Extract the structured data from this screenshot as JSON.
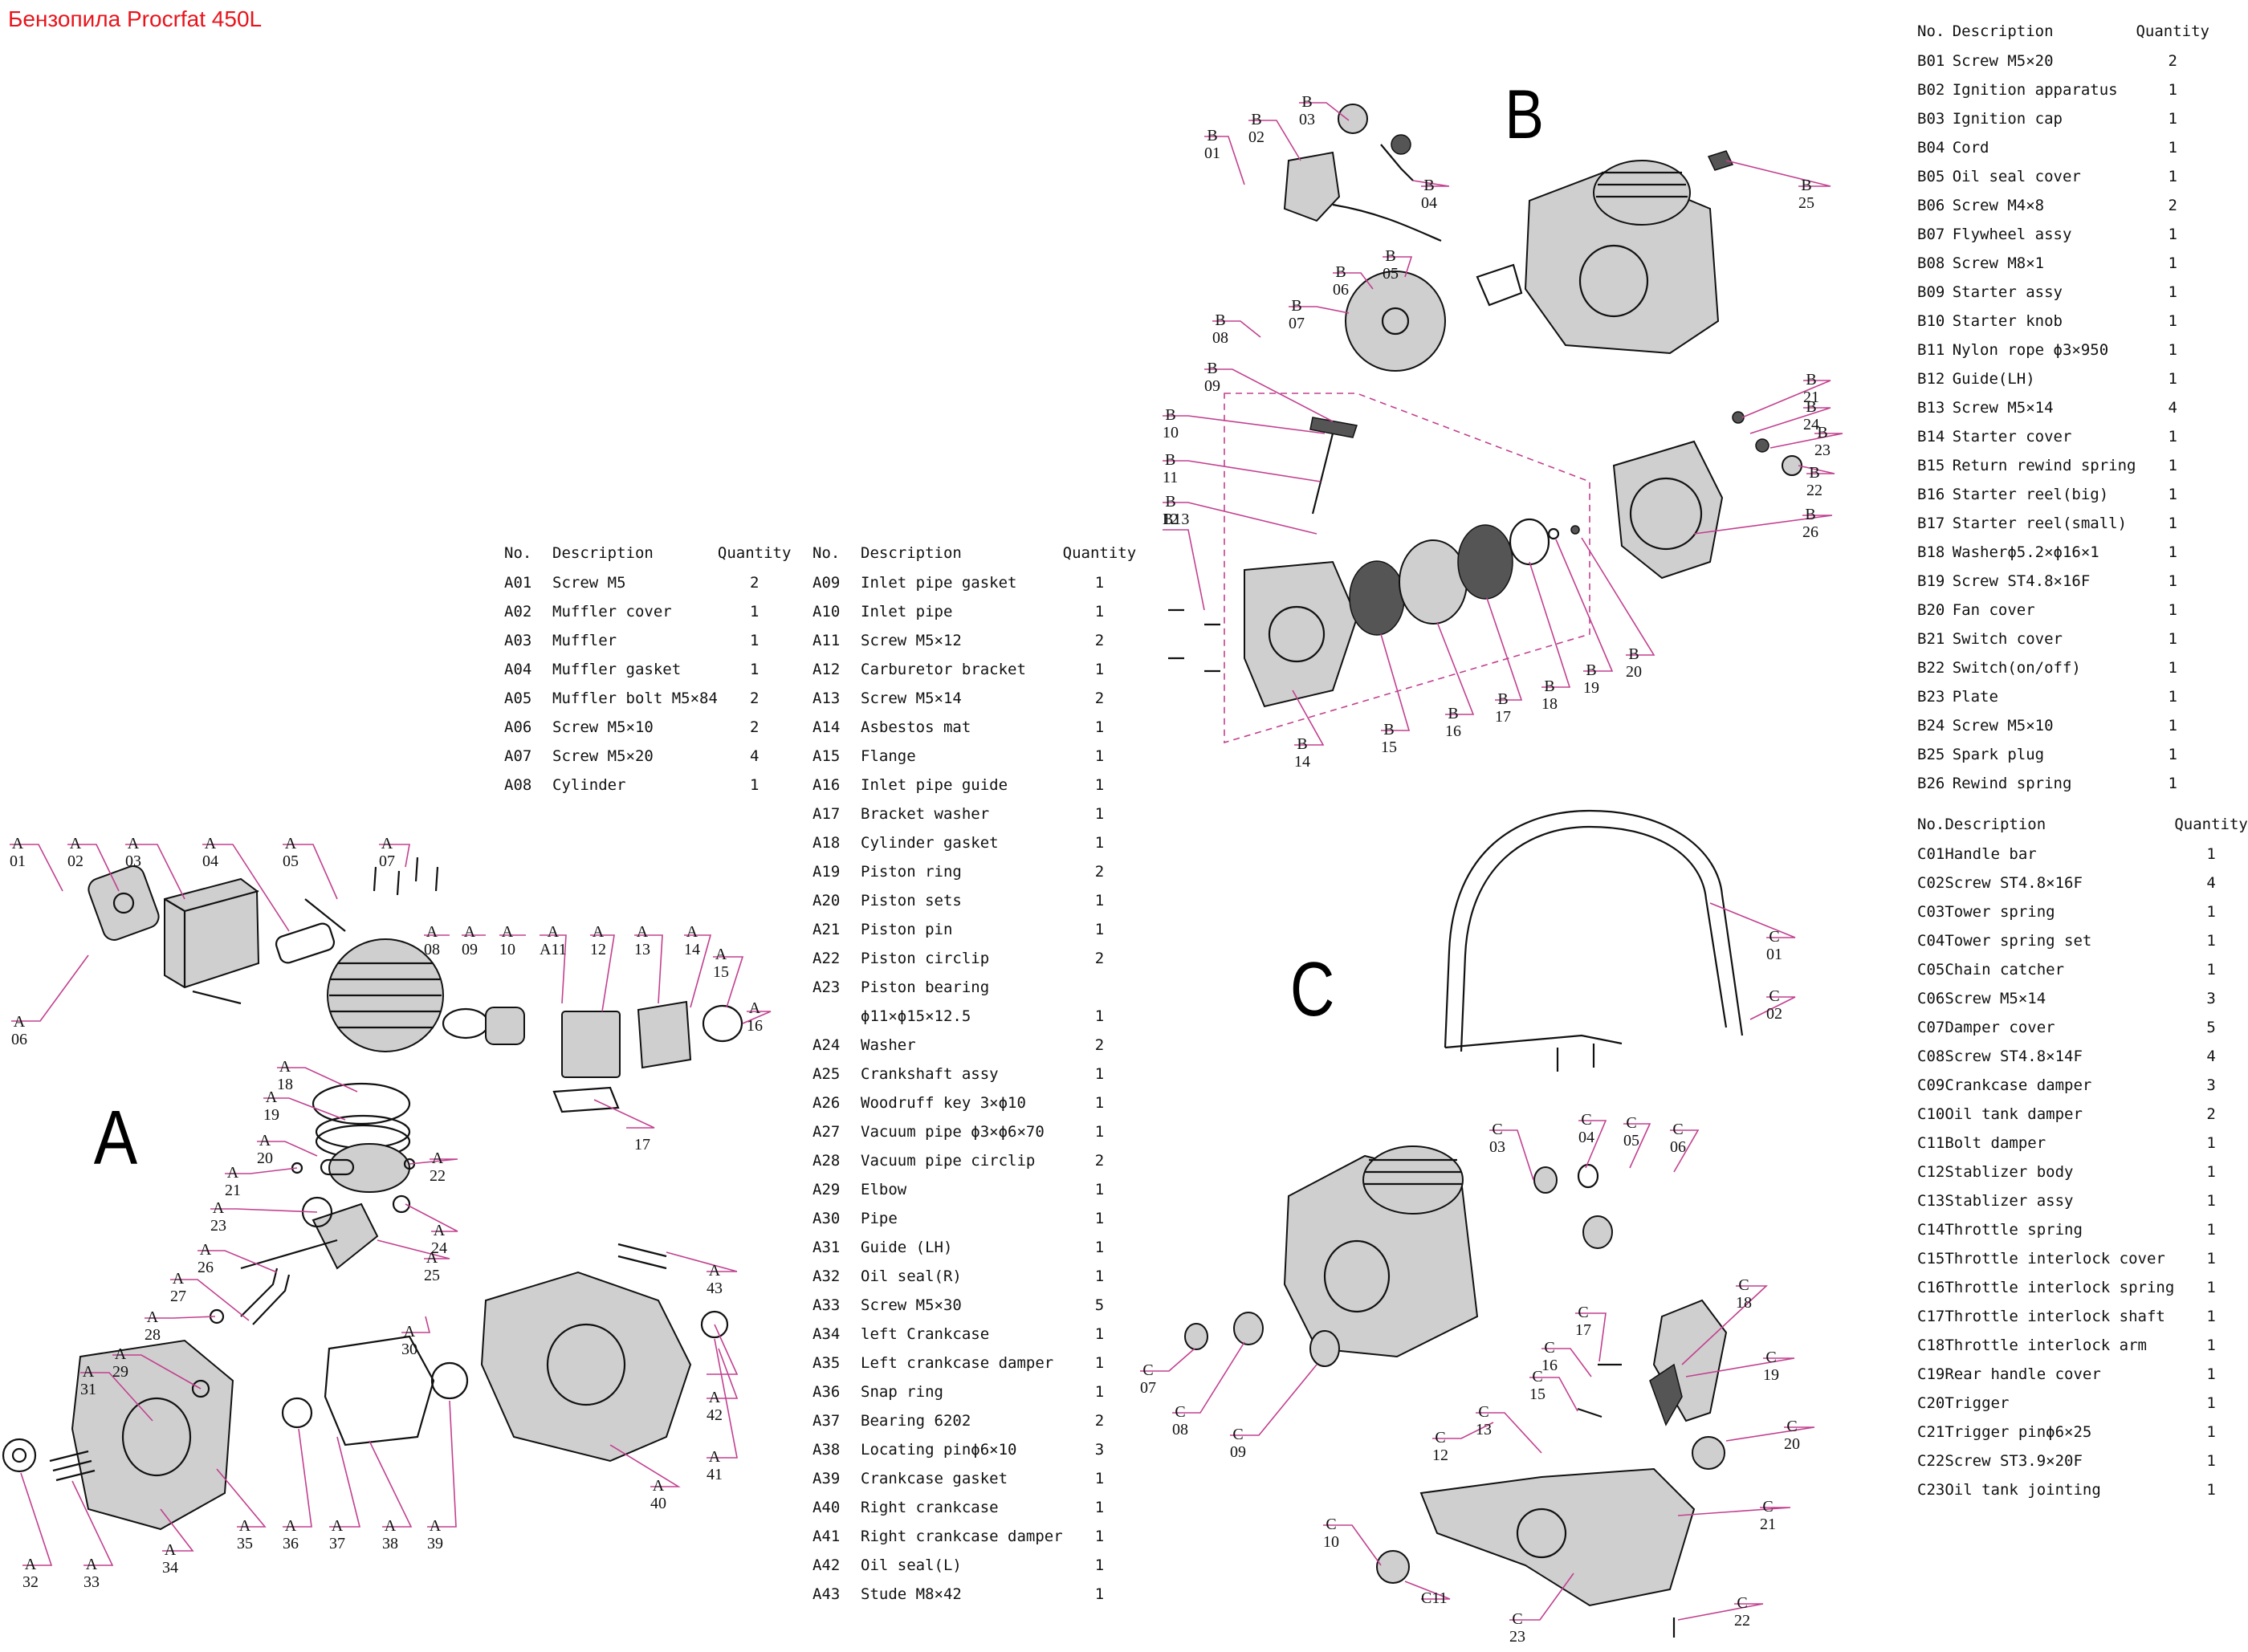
{
  "page": {
    "title": "Бензопила Procrfat 450L"
  },
  "sections": {
    "a": "A",
    "b": "B",
    "c": "C"
  },
  "table_headers": {
    "no": "No.",
    "description": "Description",
    "quantity": "Quantity"
  },
  "parts_a": [
    {
      "no": "A01",
      "desc": "Screw M5",
      "qty": "2"
    },
    {
      "no": "A02",
      "desc": "Muffler cover",
      "qty": "1"
    },
    {
      "no": "A03",
      "desc": "Muffler",
      "qty": "1"
    },
    {
      "no": "A04",
      "desc": "Muffler gasket",
      "qty": "1"
    },
    {
      "no": "A05",
      "desc": "Muffler bolt M5×84",
      "qty": "2"
    },
    {
      "no": "A06",
      "desc": "Screw M5×10",
      "qty": "2"
    },
    {
      "no": "A07",
      "desc": "Screw M5×20",
      "qty": "4"
    },
    {
      "no": "A08",
      "desc": "Cylinder",
      "qty": "1"
    },
    {
      "no": "A09",
      "desc": "Inlet pipe gasket",
      "qty": "1"
    },
    {
      "no": "A10",
      "desc": "Inlet pipe",
      "qty": "1"
    },
    {
      "no": "A11",
      "desc": "Screw M5×12",
      "qty": "2"
    },
    {
      "no": "A12",
      "desc": "Carburetor bracket",
      "qty": "1"
    },
    {
      "no": "A13",
      "desc": "Screw M5×14",
      "qty": "2"
    },
    {
      "no": "A14",
      "desc": "Asbestos mat",
      "qty": "1"
    },
    {
      "no": "A15",
      "desc": "Flange",
      "qty": "1"
    },
    {
      "no": "A16",
      "desc": "Inlet pipe guide",
      "qty": "1"
    },
    {
      "no": "A17",
      "desc": "Bracket washer",
      "qty": "1"
    },
    {
      "no": "A18",
      "desc": "Cylinder gasket",
      "qty": "1"
    },
    {
      "no": "A19",
      "desc": "Piston ring",
      "qty": "2"
    },
    {
      "no": "A20",
      "desc": "Piston sets",
      "qty": "1"
    },
    {
      "no": "A21",
      "desc": "Piston pin",
      "qty": "1"
    },
    {
      "no": "A22",
      "desc": "Piston circlip",
      "qty": "2"
    },
    {
      "no": "A23",
      "desc": "Piston bearing",
      "qty": ""
    },
    {
      "no": "",
      "desc": "ϕ11×ϕ15×12.5",
      "qty": "1"
    },
    {
      "no": "A24",
      "desc": "Washer",
      "qty": "2"
    },
    {
      "no": "A25",
      "desc": "Crankshaft assy",
      "qty": "1"
    },
    {
      "no": "A26",
      "desc": "Woodruff key 3×ϕ10",
      "qty": "1"
    },
    {
      "no": "A27",
      "desc": "Vacuum pipe ϕ3×ϕ6×70",
      "qty": "1"
    },
    {
      "no": "A28",
      "desc": "Vacuum pipe circlip",
      "qty": "2"
    },
    {
      "no": "A29",
      "desc": "Elbow",
      "qty": "1"
    },
    {
      "no": "A30",
      "desc": "Pipe",
      "qty": "1"
    },
    {
      "no": "A31",
      "desc": "Guide (LH)",
      "qty": "1"
    },
    {
      "no": "A32",
      "desc": "Oil seal(R)",
      "qty": "1"
    },
    {
      "no": "A33",
      "desc": "Screw M5×30",
      "qty": "5"
    },
    {
      "no": "A34",
      "desc": "left Crankcase",
      "qty": "1"
    },
    {
      "no": "A35",
      "desc": "Left crankcase damper",
      "qty": "1"
    },
    {
      "no": "A36",
      "desc": "Snap ring",
      "qty": "1"
    },
    {
      "no": "A37",
      "desc": "Bearing 6202",
      "qty": "2"
    },
    {
      "no": "A38",
      "desc": "Locating pinϕ6×10",
      "qty": "3"
    },
    {
      "no": "A39",
      "desc": "Crankcase gasket",
      "qty": "1"
    },
    {
      "no": "A40",
      "desc": "Right crankcase",
      "qty": "1"
    },
    {
      "no": "A41",
      "desc": "Right crankcase damper",
      "qty": "1"
    },
    {
      "no": "A42",
      "desc": "Oil seal(L)",
      "qty": "1"
    },
    {
      "no": "A43",
      "desc": "Stude M8×42",
      "qty": "1"
    }
  ],
  "parts_b": [
    {
      "no": "B01",
      "desc": "Screw M5×20",
      "qty": "2"
    },
    {
      "no": "B02",
      "desc": "Ignition apparatus",
      "qty": "1"
    },
    {
      "no": "B03",
      "desc": "Ignition cap",
      "qty": "1"
    },
    {
      "no": "B04",
      "desc": "Cord",
      "qty": "1"
    },
    {
      "no": "B05",
      "desc": "Oil seal cover",
      "qty": "1"
    },
    {
      "no": "B06",
      "desc": "Screw M4×8",
      "qty": "2"
    },
    {
      "no": "B07",
      "desc": "Flywheel assy",
      "qty": "1"
    },
    {
      "no": "B08",
      "desc": "Screw M8×1",
      "qty": "1"
    },
    {
      "no": "B09",
      "desc": "Starter assy",
      "qty": "1"
    },
    {
      "no": "B10",
      "desc": "Starter knob",
      "qty": "1"
    },
    {
      "no": "B11",
      "desc": "Nylon rope ϕ3×950",
      "qty": "1"
    },
    {
      "no": "B12",
      "desc": "Guide(LH)",
      "qty": "1"
    },
    {
      "no": "B13",
      "desc": "Screw M5×14",
      "qty": "4"
    },
    {
      "no": "B14",
      "desc": "Starter cover",
      "qty": "1"
    },
    {
      "no": "B15",
      "desc": "Return rewind spring",
      "qty": "1"
    },
    {
      "no": "B16",
      "desc": "Starter reel(big)",
      "qty": "1"
    },
    {
      "no": "B17",
      "desc": "Starter reel(small)",
      "qty": "1"
    },
    {
      "no": "B18",
      "desc": "Washerϕ5.2×ϕ16×1",
      "qty": "1"
    },
    {
      "no": "B19",
      "desc": "Screw ST4.8×16F",
      "qty": "1"
    },
    {
      "no": "B20",
      "desc": "Fan cover",
      "qty": "1"
    },
    {
      "no": "B21",
      "desc": "Switch cover",
      "qty": "1"
    },
    {
      "no": "B22",
      "desc": "Switch(on/off)",
      "qty": "1"
    },
    {
      "no": "B23",
      "desc": "Plate",
      "qty": "1"
    },
    {
      "no": "B24",
      "desc": "Screw M5×10",
      "qty": "1"
    },
    {
      "no": "B25",
      "desc": "Spark plug",
      "qty": "1"
    },
    {
      "no": "B26",
      "desc": "Rewind spring",
      "qty": "1"
    }
  ],
  "parts_c": [
    {
      "no": "C01",
      "desc": "Handle bar",
      "qty": "1"
    },
    {
      "no": "C02",
      "desc": "Screw ST4.8×16F",
      "qty": "4"
    },
    {
      "no": "C03",
      "desc": "Tower spring",
      "qty": "1"
    },
    {
      "no": "C04",
      "desc": "Tower spring set",
      "qty": "1"
    },
    {
      "no": "C05",
      "desc": "Chain catcher",
      "qty": "1"
    },
    {
      "no": "C06",
      "desc": "Screw M5×14",
      "qty": "3"
    },
    {
      "no": "C07",
      "desc": "Damper cover",
      "qty": "5"
    },
    {
      "no": "C08",
      "desc": "Screw ST4.8×14F",
      "qty": "4"
    },
    {
      "no": "C09",
      "desc": "Crankcase damper",
      "qty": "3"
    },
    {
      "no": "C10",
      "desc": "Oil tank damper",
      "qty": "2"
    },
    {
      "no": "C11",
      "desc": "Bolt damper",
      "qty": "1"
    },
    {
      "no": "C12",
      "desc": "Stablizer body",
      "qty": "1"
    },
    {
      "no": "C13",
      "desc": "Stablizer assy",
      "qty": "1"
    },
    {
      "no": "C14",
      "desc": "Throttle spring",
      "qty": "1"
    },
    {
      "no": "C15",
      "desc": "Throttle interlock cover",
      "qty": "1"
    },
    {
      "no": "C16",
      "desc": "Throttle interlock spring",
      "qty": "1"
    },
    {
      "no": "C17",
      "desc": "Throttle interlock shaft",
      "qty": "1"
    },
    {
      "no": "C18",
      "desc": "Throttle interlock arm",
      "qty": "1"
    },
    {
      "no": "C19",
      "desc": "Rear handle cover",
      "qty": "1"
    },
    {
      "no": "C20",
      "desc": "Trigger",
      "qty": "1"
    },
    {
      "no": "C21",
      "desc": "Trigger pinϕ6×25",
      "qty": "1"
    },
    {
      "no": "C22",
      "desc": "Screw ST3.9×20F",
      "qty": "1"
    },
    {
      "no": "C23",
      "desc": "Oil tank jointing",
      "qty": "1"
    }
  ],
  "callouts": [
    {
      "l": "A",
      "n": "01"
    },
    {
      "l": "A",
      "n": "02"
    },
    {
      "l": "A",
      "n": "03"
    },
    {
      "l": "A",
      "n": "04"
    },
    {
      "l": "A",
      "n": "05"
    },
    {
      "l": "A",
      "n": "06"
    },
    {
      "l": "A",
      "n": "07"
    },
    {
      "l": "A",
      "n": "08"
    },
    {
      "l": "A",
      "n": "09"
    },
    {
      "l": "A",
      "n": "10"
    },
    {
      "l": "A",
      "n": "A11"
    },
    {
      "l": "A",
      "n": "12"
    },
    {
      "l": "A",
      "n": "13"
    },
    {
      "l": "A",
      "n": "14"
    },
    {
      "l": "A",
      "n": "15"
    },
    {
      "l": "A",
      "n": "16"
    },
    {
      "l": "",
      "n": "17"
    },
    {
      "l": "A",
      "n": "18"
    },
    {
      "l": "A",
      "n": "19"
    },
    {
      "l": "A",
      "n": "20"
    },
    {
      "l": "A",
      "n": "21"
    },
    {
      "l": "A",
      "n": "22"
    },
    {
      "l": "A",
      "n": "23"
    },
    {
      "l": "A",
      "n": "24"
    },
    {
      "l": "A",
      "n": "25"
    },
    {
      "l": "A",
      "n": "26"
    },
    {
      "l": "A",
      "n": "27"
    },
    {
      "l": "A",
      "n": "28"
    },
    {
      "l": "A",
      "n": "29"
    },
    {
      "l": "A",
      "n": "30"
    },
    {
      "l": "A",
      "n": "31"
    },
    {
      "l": "A",
      "n": "32"
    },
    {
      "l": "A",
      "n": "33"
    },
    {
      "l": "A",
      "n": "34"
    },
    {
      "l": "A",
      "n": "35"
    },
    {
      "l": "A",
      "n": "36"
    },
    {
      "l": "A",
      "n": "37"
    },
    {
      "l": "A",
      "n": "38"
    },
    {
      "l": "A",
      "n": "39"
    },
    {
      "l": "A",
      "n": "40"
    },
    {
      "l": "A",
      "n": "41"
    },
    {
      "l": "A",
      "n": "42"
    },
    {
      "l": "A",
      "n": "43"
    },
    {
      "l": "B",
      "n": "01"
    },
    {
      "l": "B",
      "n": "02"
    },
    {
      "l": "B",
      "n": "03"
    },
    {
      "l": "B",
      "n": "04"
    },
    {
      "l": "B",
      "n": "05"
    },
    {
      "l": "B",
      "n": "06"
    },
    {
      "l": "B",
      "n": "07"
    },
    {
      "l": "B",
      "n": "08"
    },
    {
      "l": "B",
      "n": "09"
    },
    {
      "l": "B",
      "n": "10"
    },
    {
      "l": "B",
      "n": "11"
    },
    {
      "l": "B",
      "n": "12"
    },
    {
      "l": "",
      "n": "B13"
    },
    {
      "l": "B",
      "n": "14"
    },
    {
      "l": "B",
      "n": "15"
    },
    {
      "l": "B",
      "n": "16"
    },
    {
      "l": "B",
      "n": "17"
    },
    {
      "l": "B",
      "n": "18"
    },
    {
      "l": "B",
      "n": "19"
    },
    {
      "l": "B",
      "n": "20"
    },
    {
      "l": "B",
      "n": "21"
    },
    {
      "l": "B",
      "n": "22"
    },
    {
      "l": "B",
      "n": "23"
    },
    {
      "l": "B",
      "n": "24"
    },
    {
      "l": "B",
      "n": "25"
    },
    {
      "l": "B",
      "n": "26"
    },
    {
      "l": "C",
      "n": "01"
    },
    {
      "l": "C",
      "n": "02"
    },
    {
      "l": "C",
      "n": "03"
    },
    {
      "l": "C",
      "n": "04"
    },
    {
      "l": "C",
      "n": "05"
    },
    {
      "l": "C",
      "n": "06"
    },
    {
      "l": "C",
      "n": "07"
    },
    {
      "l": "C",
      "n": "08"
    },
    {
      "l": "C",
      "n": "09"
    },
    {
      "l": "C",
      "n": "10"
    },
    {
      "l": "",
      "n": "C11"
    },
    {
      "l": "C",
      "n": "12"
    },
    {
      "l": "C",
      "n": "13"
    },
    {
      "l": "C",
      "n": "15"
    },
    {
      "l": "C",
      "n": "16"
    },
    {
      "l": "C",
      "n": "17"
    },
    {
      "l": "C",
      "n": "18"
    },
    {
      "l": "C",
      "n": "19"
    },
    {
      "l": "C",
      "n": "20"
    },
    {
      "l": "C",
      "n": "21"
    },
    {
      "l": "C",
      "n": "22"
    },
    {
      "l": "C",
      "n": "23"
    }
  ]
}
